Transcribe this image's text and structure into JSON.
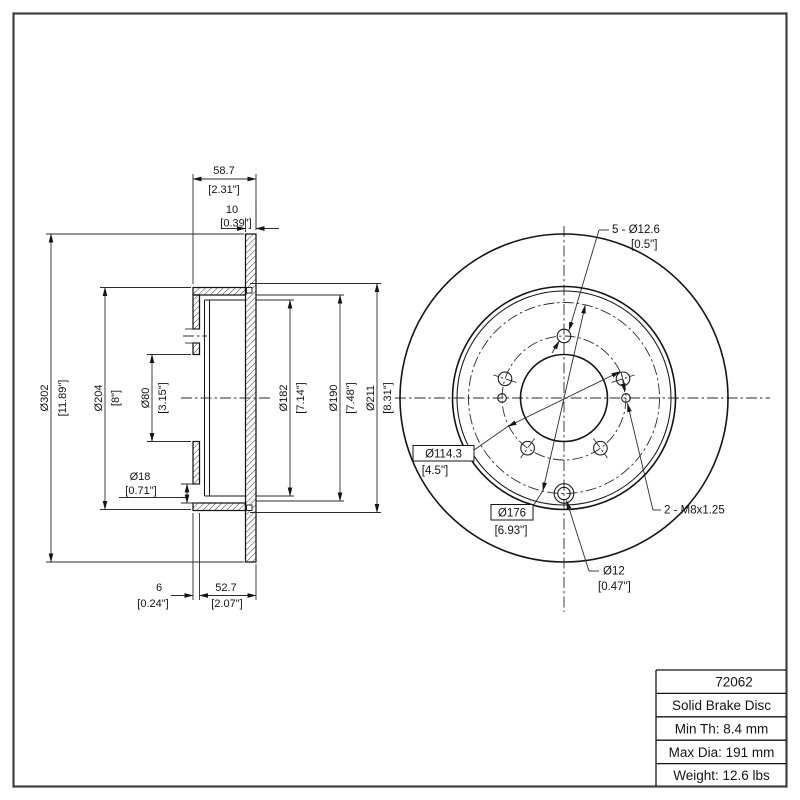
{
  "drawing": {
    "section": {
      "d58": {
        "mm": "58.7",
        "in": "[2.31\"]"
      },
      "d10": {
        "mm": "10",
        "in": "[0.39\"]"
      },
      "d302": {
        "mm": "Ø302",
        "in": "[11.89\"]"
      },
      "d204": {
        "mm": "Ø204",
        "in": "[8\"]"
      },
      "d80": {
        "mm": "Ø80",
        "in": "[3.15\"]"
      },
      "d18": {
        "mm": "Ø18",
        "in": "[0.71\"]"
      },
      "d182": {
        "mm": "Ø182",
        "in": "[7.14\"]"
      },
      "d190": {
        "mm": "Ø190",
        "in": "[7.48\"]"
      },
      "d211": {
        "mm": "Ø211",
        "in": "[8.31\"]"
      },
      "d6": {
        "mm": "6",
        "in": "[0.24\"]"
      },
      "d52": {
        "mm": "52.7",
        "in": "[2.07\"]"
      }
    },
    "front": {
      "bolt_holes": {
        "label": "5 - Ø12.6",
        "in": "[0.5\"]"
      },
      "bcd": {
        "label": "Ø114.3",
        "in": "[4.5\"]"
      },
      "hole_circle": {
        "label": "Ø176",
        "in": "[6.93\"]"
      },
      "pin_hole": {
        "label": "Ø12",
        "in": "[0.47\"]"
      },
      "set_screws": {
        "label": "2 - M8x1.25"
      }
    },
    "title_block": {
      "part_number": "72062",
      "product": "Solid Brake Disc",
      "min_th": "Min Th: 8.4 mm",
      "max_dia": "Max Dia: 191 mm",
      "weight": "Weight: 12.6 lbs"
    }
  }
}
